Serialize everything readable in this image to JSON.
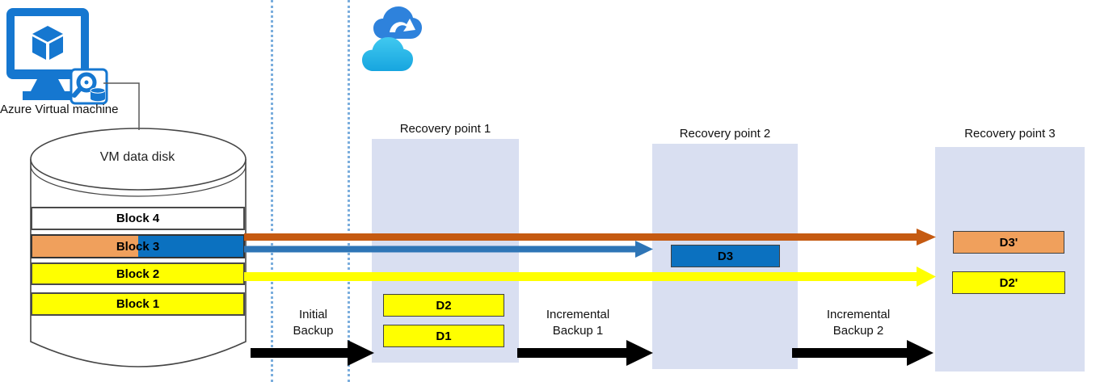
{
  "vm": {
    "label": "Azure Virtual machine"
  },
  "disk": {
    "title": "VM data disk",
    "blocks": [
      {
        "label": "Block 4",
        "fill": "white"
      },
      {
        "label": "Block 3",
        "fill": "orange-blue-split"
      },
      {
        "label": "Block 2",
        "fill": "yellow"
      },
      {
        "label": "Block 1",
        "fill": "yellow"
      }
    ]
  },
  "recovery_points": [
    {
      "title": "Recovery point 1",
      "items": [
        {
          "label": "D2",
          "color": "yellow"
        },
        {
          "label": "D1",
          "color": "yellow"
        }
      ]
    },
    {
      "title": "Recovery point 2",
      "items": [
        {
          "label": "D3",
          "color": "blue"
        }
      ]
    },
    {
      "title": "Recovery point 3",
      "items": [
        {
          "label": "D3'",
          "color": "orange"
        },
        {
          "label": "D2'",
          "color": "yellow"
        }
      ]
    }
  ],
  "backup_steps": [
    {
      "line1": "Initial",
      "line2": "Backup"
    },
    {
      "line1": "Incremental",
      "line2": "Backup 1"
    },
    {
      "line1": "Incremental",
      "line2": "Backup 2"
    }
  ],
  "arrows": [
    {
      "name": "block3-to-recovery-point-3",
      "color": "#C55A11"
    },
    {
      "name": "block3-to-recovery-point-2",
      "color": "#2E75B6"
    },
    {
      "name": "block2-to-recovery-point-3",
      "color": "#FFFF00"
    }
  ],
  "icons": {
    "vm_icon": "azure-virtual-machine-icon",
    "cloud_icon": "cloud-sync-icon"
  },
  "colors": {
    "yellow": "#FFFF00",
    "blue": "#0B71C0",
    "orange": "#F0A05C",
    "arrow_orange": "#C55A11",
    "arrow_blue": "#2E75B6",
    "arrow_yellow": "#FFFF00",
    "recovery_box_bg": "#D9DFF1",
    "azure_blue": "#1577D0",
    "dotted_line": "#5B9BD5",
    "black_arrow": "#000000"
  }
}
